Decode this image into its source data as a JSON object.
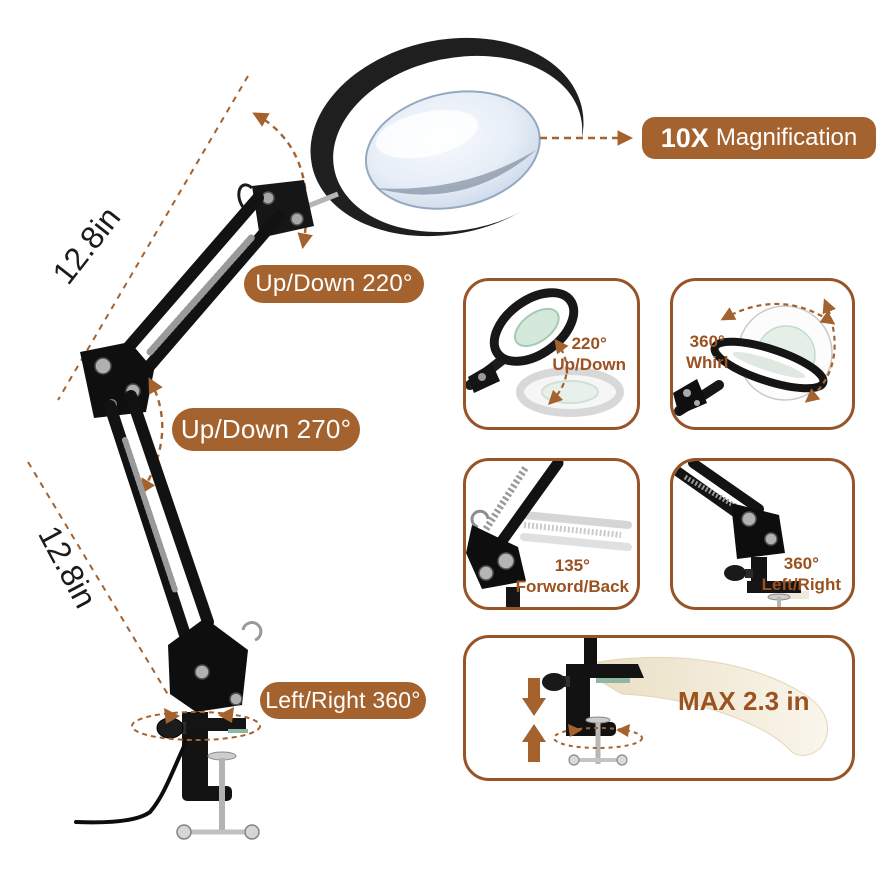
{
  "colors": {
    "accent": "#a4622f",
    "box_border": "#975426",
    "label_text": "#9b5220",
    "pill_text": "#ffffff",
    "ink": "#1b1b1b"
  },
  "callouts": {
    "magnification_bold": "10X",
    "magnification_rest": "Magnification",
    "up_down_220": "Up/Down 220°",
    "up_down_270": "Up/Down 270°",
    "left_right_360": "Left/Right 360°"
  },
  "dimensions": {
    "upper_arm": "12.8in",
    "lower_arm": "12.8in"
  },
  "feature_boxes": [
    {
      "line1": "220°",
      "line2": "Up/Down"
    },
    {
      "line1": "360°",
      "line2": "Whirl"
    },
    {
      "line1": "135°",
      "line2": "Forword/Back"
    },
    {
      "line1": "360°",
      "line2": "Left/Right"
    },
    {
      "label": "MAX 2.3 in"
    }
  ]
}
